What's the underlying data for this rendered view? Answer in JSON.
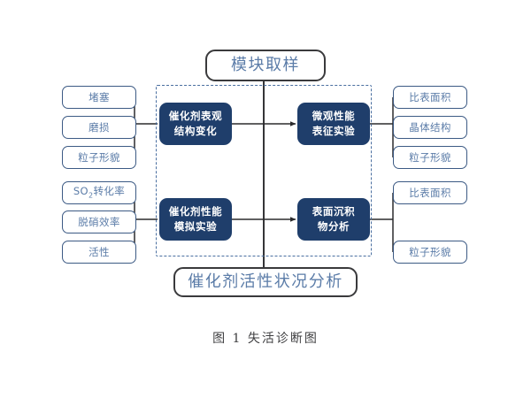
{
  "figure": {
    "caption": "图 1 失活诊断图",
    "colors": {
      "process_fill": "#1f3e6b",
      "process_text": "#ffffff",
      "leaf_border": "#3c5a84",
      "leaf_text": "#5b7ca8",
      "capsule_border": "#3a3a3c",
      "capsule_text": "#5b7ca8",
      "dashed_container": "#4a6fa0",
      "connector": "#2b2b2d",
      "background": "#ffffff"
    }
  },
  "top_node": {
    "label": "模块取样"
  },
  "bottom_node": {
    "label": "催化剂活性状况分析"
  },
  "processes": [
    {
      "id": "apparent-structure-change",
      "line1": "催化剂表观",
      "line2": "结构变化",
      "position": "top-left"
    },
    {
      "id": "micro-performance-characterization",
      "line1": "微观性能",
      "line2": "表征实验",
      "position": "top-right"
    },
    {
      "id": "catalyst-performance-simulation",
      "line1": "催化剂性能",
      "line2": "模拟实验",
      "position": "bottom-left"
    },
    {
      "id": "surface-deposit-analysis",
      "line1": "表面沉积",
      "line2": "物分析",
      "position": "bottom-right"
    }
  ],
  "left_outputs_top": [
    {
      "id": "blockage",
      "label": "堵塞"
    },
    {
      "id": "abrasion",
      "label": "磨损"
    },
    {
      "id": "particle-morphology",
      "label": "粒子形貌"
    }
  ],
  "left_outputs_bottom": [
    {
      "id": "so2-conversion",
      "label_pre": "SO",
      "label_sub": "2",
      "label_post": "转化率"
    },
    {
      "id": "denitrification-efficiency",
      "label": "脱硝效率"
    },
    {
      "id": "activity",
      "label": "活性"
    }
  ],
  "right_outputs_top": [
    {
      "id": "specific-surface-area",
      "label": "比表面积"
    },
    {
      "id": "crystal-structure",
      "label": "晶体结构"
    },
    {
      "id": "particle-morphology",
      "label": "粒子形貌"
    }
  ],
  "right_outputs_bottom": [
    {
      "id": "specific-surface-area",
      "label": "比表面积"
    },
    {
      "id": "particle-morphology",
      "label": "粒子形貌"
    }
  ]
}
